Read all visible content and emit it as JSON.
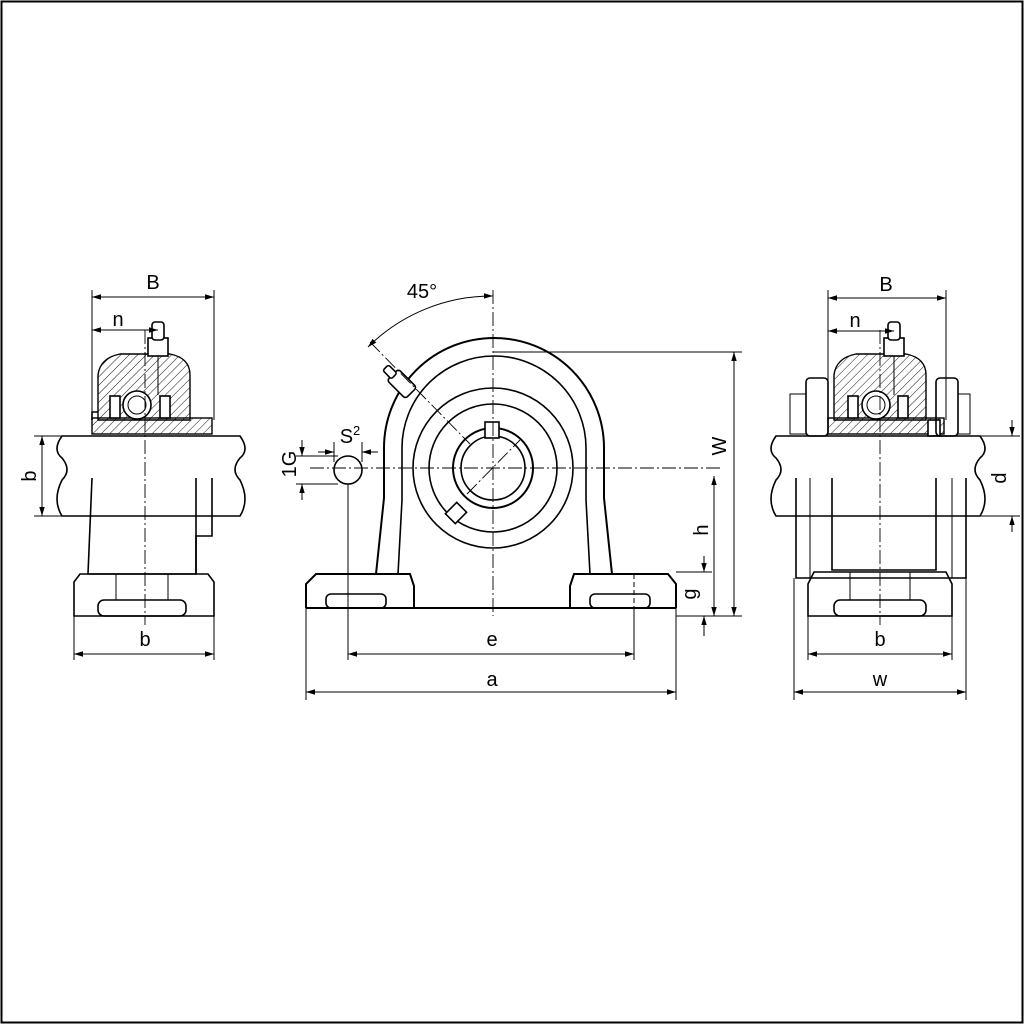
{
  "labels": {
    "side_left": {
      "B": "B",
      "n": "n",
      "b_vertical": "b",
      "b_bottom": "b"
    },
    "front": {
      "angle": "45°",
      "S": "S",
      "S_sup": "2",
      "one_g": "1G",
      "W": "W",
      "h": "h",
      "g": "g",
      "e": "e",
      "a": "a"
    },
    "side_right": {
      "B": "B",
      "n": "n",
      "d": "d",
      "b_bottom": "b",
      "w": "w"
    }
  }
}
